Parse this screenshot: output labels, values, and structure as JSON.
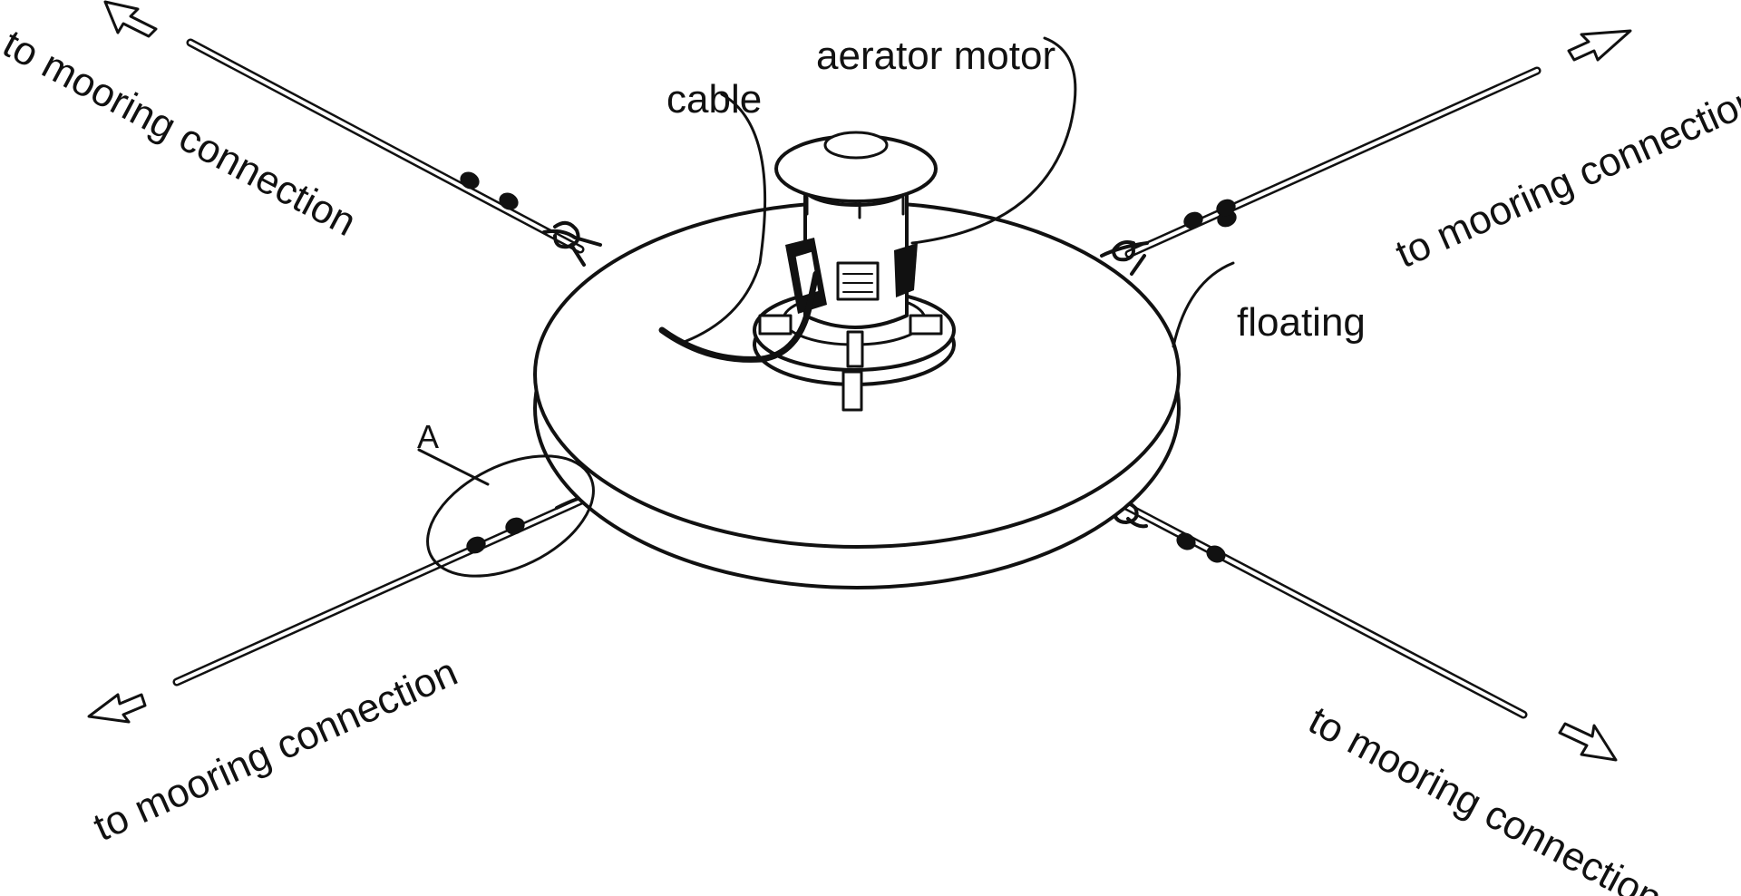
{
  "labels": {
    "aerator_motor": "aerator motor",
    "cable": "cable",
    "floating": "floating",
    "detail_marker": "A",
    "mooring_top_left": "to mooring connection",
    "mooring_top_right": "to mooring connection",
    "mooring_bottom_left": "to mooring connection",
    "mooring_bottom_right": "to mooring connection"
  },
  "colors": {
    "line": "#111111",
    "background": "#ffffff"
  }
}
